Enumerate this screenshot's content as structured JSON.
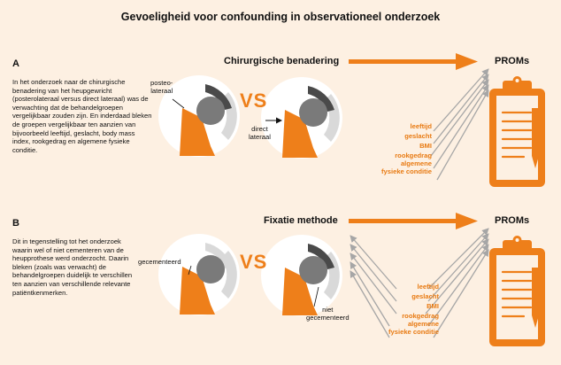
{
  "title": "Gevoeligheid voor confounding in observationeel onderzoek",
  "colors": {
    "background": "#fdf0e2",
    "accent": "#ee7f1a",
    "factor_text": "#e87a12",
    "arrow_gray": "#a6a6a6",
    "implant_gray": "#7a7a7a"
  },
  "section_a": {
    "letter": "A",
    "text": "In het onderzoek naar de chirurgische benadering van het heupgewricht (posterolateraal versus direct lateraal) was de verwachting dat de behandelgroepen vergelijkbaar zouden zijn. En inderdaad bleken de groepen vergelijkbaar ten aanzien van bijvoorbeeld leeftijd, geslacht, body mass index, rookgedrag en algemene fysieke conditie.",
    "heading": "Chirurgische benadering",
    "outcome": "PROMs",
    "left_label_line1": "posteo-",
    "left_label_line2": "lateraal",
    "vs": "VS",
    "right_label_line1": "direct",
    "right_label_line2": "lateraal",
    "factors": [
      "leeftijd",
      "geslacht",
      "BMI",
      "rookgedrag",
      "algemene",
      "fysieke conditie"
    ],
    "icon": "clipboard-icon"
  },
  "section_b": {
    "letter": "B",
    "text": "Dit in tegenstelling tot het onderzoek waarin wel of niet cementeren van de heupprothese werd onderzocht. Daarin bleken (zoals was verwacht) de behandelgroepen duidelijk te verschillen ten aanzien van verschillende relevante patiëntkenmerken.",
    "heading": "Fixatie methode",
    "outcome": "PROMs",
    "left_label": "gecementeerd",
    "vs": "VS",
    "right_label_line1": "niet",
    "right_label_line2": "gecementeerd",
    "factors": [
      "leeftijd",
      "geslacht",
      "BMI",
      "rookgedrag",
      "algemene",
      "fysieke conditie"
    ],
    "icon": "clipboard-icon"
  }
}
